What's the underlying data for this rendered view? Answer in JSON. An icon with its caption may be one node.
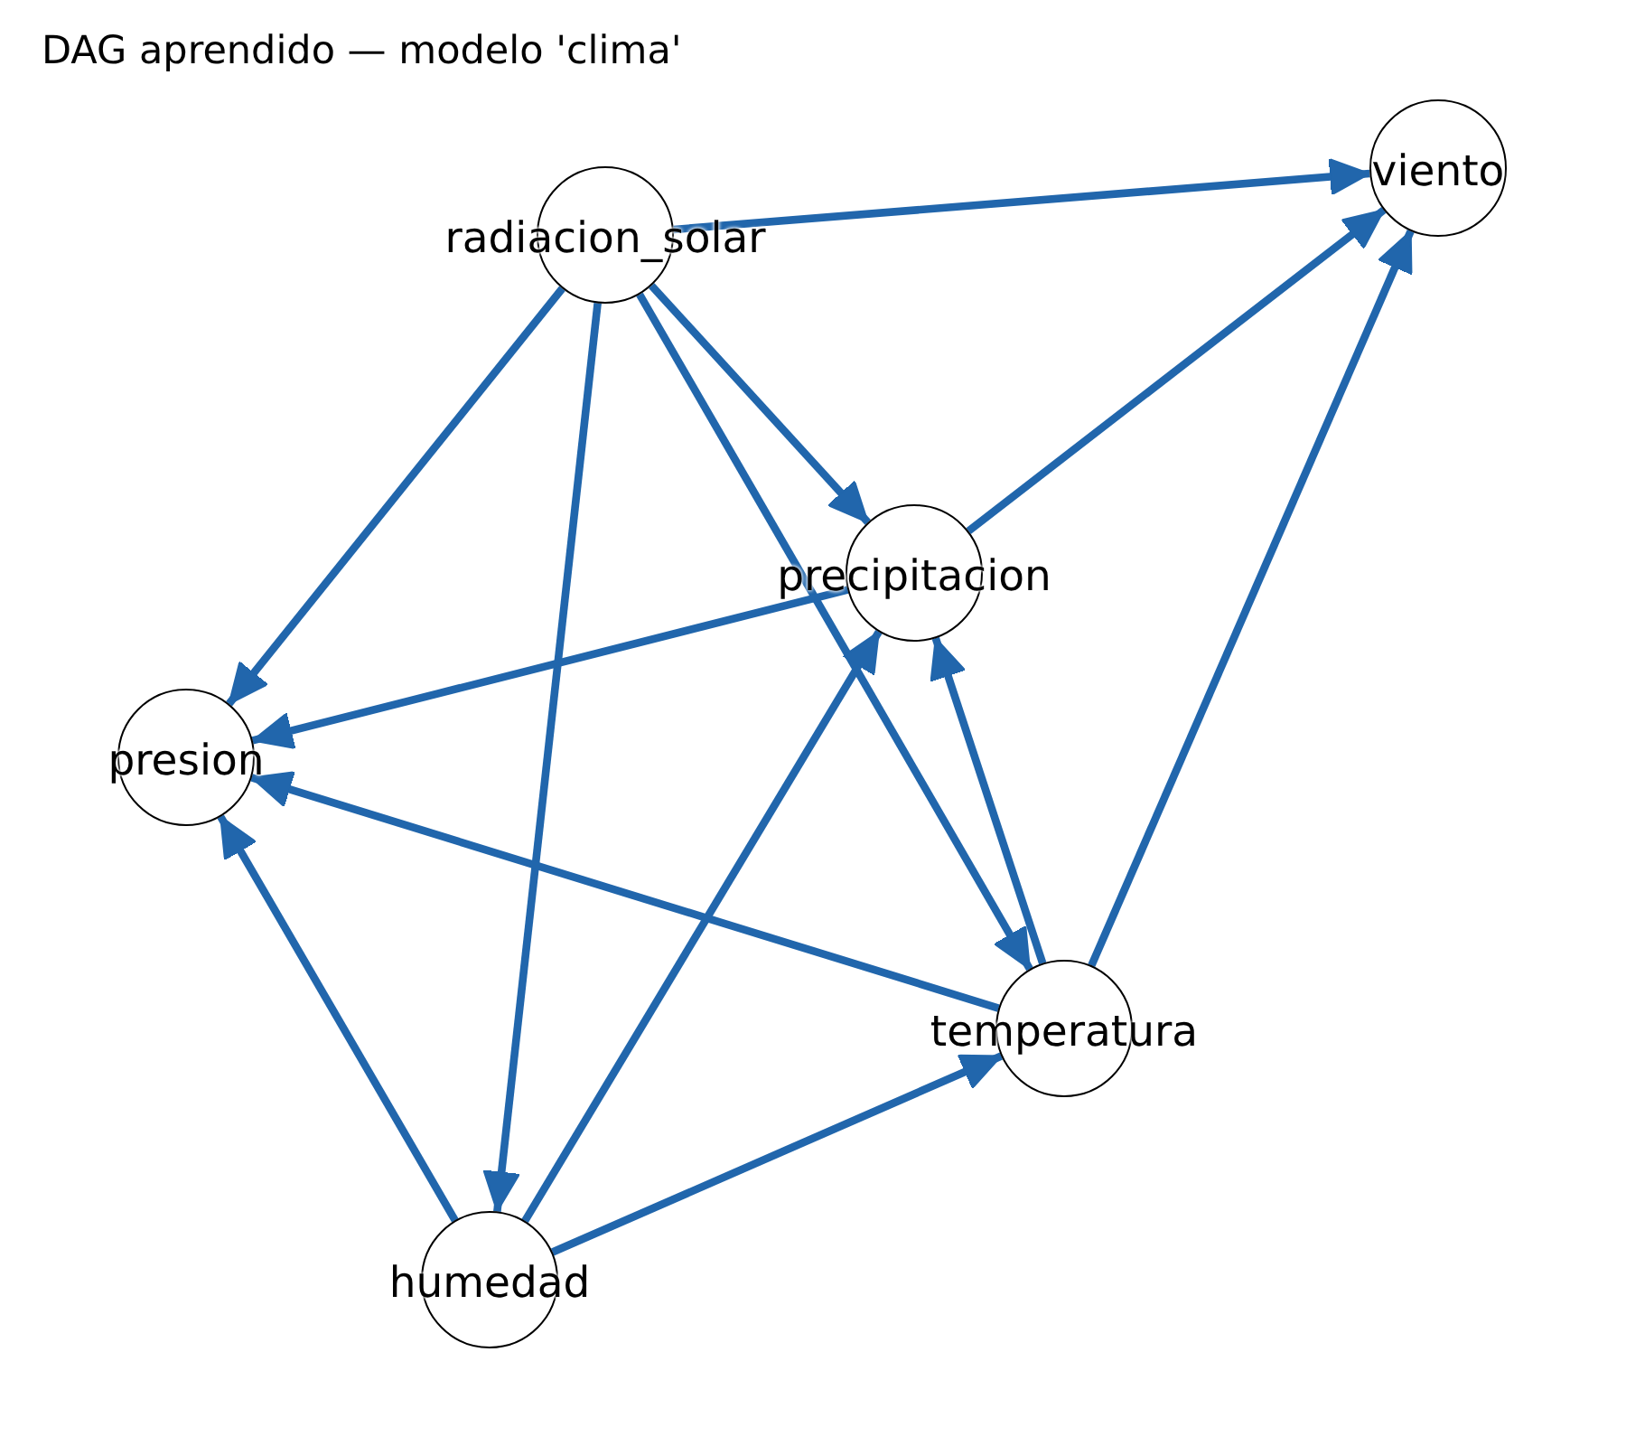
{
  "diagram": {
    "title": "DAG aprendido — modelo 'clima'",
    "nodes": [
      {
        "text": [
          "radiacion_solar"
        ]
      },
      {
        "text": [
          "viento"
        ]
      },
      {
        "text": [
          "precipitacion"
        ]
      },
      {
        "text": [
          "presion"
        ]
      },
      {
        "text": [
          "temperatura"
        ]
      },
      {
        "text": [
          "humedad"
        ]
      }
    ],
    "edges": [
      {
        "from": 0,
        "to": 1,
        "arrow": "to"
      },
      {
        "from": 0,
        "to": 2,
        "arrow": "to"
      },
      {
        "from": 0,
        "to": 3,
        "arrow": "to"
      },
      {
        "from": 0,
        "to": 5,
        "arrow": "to"
      },
      {
        "from": 0,
        "to": 4,
        "arrow": "to"
      },
      {
        "from": 2,
        "to": 1,
        "arrow": "to"
      },
      {
        "from": 2,
        "to": 3,
        "arrow": "to"
      },
      {
        "from": 4,
        "to": 2,
        "arrow": "to"
      },
      {
        "from": 4,
        "to": 1,
        "arrow": "to"
      },
      {
        "from": 4,
        "to": 3,
        "arrow": "to"
      },
      {
        "from": 5,
        "to": 3,
        "arrow": "to"
      },
      {
        "from": 5,
        "to": 2,
        "arrow": "to"
      },
      {
        "from": 5,
        "to": 4,
        "arrow": "to"
      }
    ]
  }
}
